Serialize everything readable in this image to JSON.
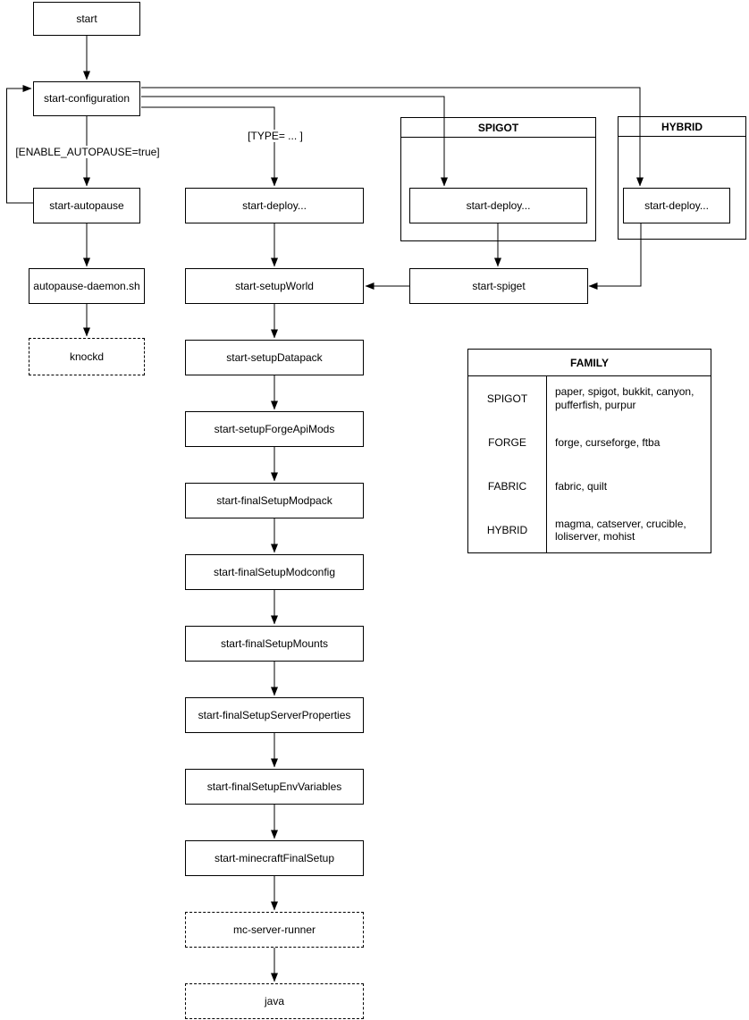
{
  "nodes": {
    "start": "start",
    "start_configuration": "start-configuration",
    "start_autopause": "start-autopause",
    "autopause_daemon": "autopause-daemon.sh",
    "knockd": "knockd",
    "start_deploy": "start-deploy...",
    "start_setup_world": "start-setupWorld",
    "start_setup_datapack": "start-setupDatapack",
    "start_setup_forge_api_mods": "start-setupForgeApiMods",
    "start_final_setup_modpack": "start-finalSetupModpack",
    "start_final_setup_modconfig": "start-finalSetupModconfig",
    "start_final_setup_mounts": "start-finalSetupMounts",
    "start_final_setup_server_properties": "start-finalSetupServerProperties",
    "start_final_setup_env_variables": "start-finalSetupEnvVariables",
    "start_minecraft_final_setup": "start-minecraftFinalSetup",
    "mc_server_runner": "mc-server-runner",
    "java": "java",
    "start_deploy_spigot": "start-deploy...",
    "start_deploy_hybrid": "start-deploy...",
    "start_spiget": "start-spiget"
  },
  "containers": {
    "spigot": "SPIGOT",
    "hybrid": "HYBRID"
  },
  "edge_labels": {
    "enable_autopause": "[ENABLE_AUTOPAUSE=true]",
    "type": "[TYPE= ... ]"
  },
  "family_table": {
    "title": "FAMILY",
    "rows": [
      {
        "family": "SPIGOT",
        "members": "paper, spigot, bukkit, canyon, pufferfish, purpur"
      },
      {
        "family": "FORGE",
        "members": "forge, curseforge, ftba"
      },
      {
        "family": "FABRIC",
        "members": "fabric, quilt"
      },
      {
        "family": "HYBRID",
        "members": "magma, catserver, crucible, loliserver, mohist"
      }
    ]
  },
  "colors": {
    "line": "#000000",
    "box_fill": "#ffffff",
    "text": "#000000",
    "background": "#ffffff"
  }
}
